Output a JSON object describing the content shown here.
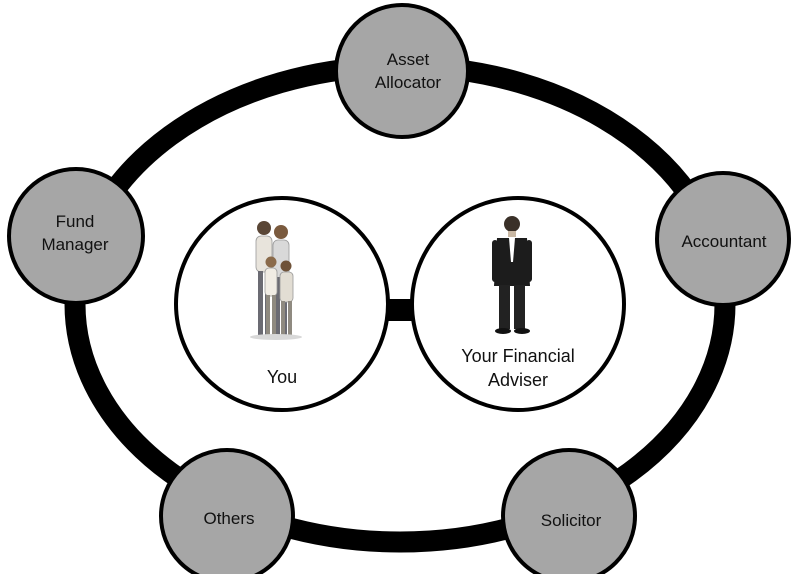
{
  "diagram": {
    "nodes": [
      {
        "id": "asset-allocator",
        "lines": [
          "Asset",
          "Allocator"
        ]
      },
      {
        "id": "fund-manager",
        "lines": [
          "Fund",
          "Manager"
        ]
      },
      {
        "id": "accountant",
        "lines": [
          "Accountant"
        ]
      },
      {
        "id": "others",
        "lines": [
          "Others"
        ]
      },
      {
        "id": "solicitor",
        "lines": [
          "Solicitor"
        ]
      }
    ],
    "center": {
      "you": {
        "label": "You",
        "icon": "family-photo"
      },
      "adviser": {
        "lines": [
          "Your Financial",
          "Adviser"
        ],
        "icon": "businessman-photo"
      }
    },
    "colors": {
      "ring": "#000000",
      "node_fill": "#a6a6a6",
      "node_stroke": "#000000",
      "center_fill": "#ffffff"
    }
  }
}
